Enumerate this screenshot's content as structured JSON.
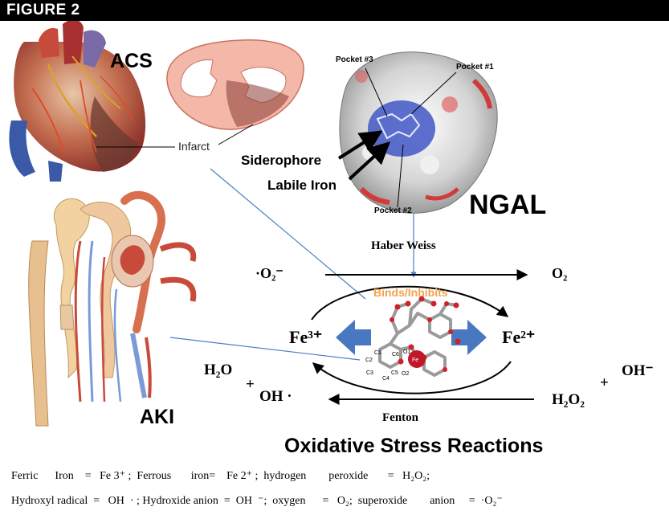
{
  "figure_label": "FIGURE 2",
  "panels": {
    "acs": {
      "title": "ACS",
      "infarct_label": "Infarct"
    },
    "aki": {
      "title": "AKI"
    },
    "ngal": {
      "title": "NGAL",
      "pockets": [
        "Pocket #3",
        "Pocket #1",
        "Pocket #2"
      ],
      "siderophore": "Siderophore",
      "labile_iron": "Labile Iron"
    }
  },
  "reactions": {
    "haber_weiss": "Haber Weiss",
    "fenton": "Fenton",
    "binds_inhibits": "Binds/Inhibits",
    "title": "Oxidative Stress Reactions",
    "superoxide_left": "·O₂⁻",
    "o2_right": "O₂",
    "fe3": "Fe³⁺",
    "fe2": "Fe²⁺",
    "h2o": "H₂O",
    "oh_radical": "OH ·",
    "h2o2": "H₂O₂",
    "oh_minus": "OH⁻",
    "plus": "+",
    "atom_labels": [
      "C1",
      "C2",
      "C3",
      "C4",
      "C5",
      "C6",
      "O1",
      "O2",
      "Fe"
    ]
  },
  "legend": {
    "line1": "Ferric      Iron    =   Fe 3⁺ ;  Ferrous       iron=    Fe 2⁺ ;  hydrogen        peroxide       =   H₂O₂;",
    "line2": "Hydroxyl radical  =   OH  · ; Hydroxide anion  =  OH  ⁻;  oxygen      =   O₂;  superoxide        anion     =  ·O₂⁻"
  },
  "colors": {
    "connector_line": "#4a7fc1",
    "blue_arrow": "#4a78c0",
    "binds_text": "#f4a24a",
    "heart_red": "#b83a32",
    "muscle_pink": "#f4a8a0"
  }
}
